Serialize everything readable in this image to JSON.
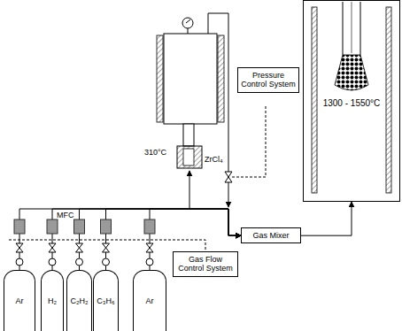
{
  "diagram": {
    "nodes": [
      {
        "text": [
          "1300 - 1550°C"
        ]
      },
      {
        "text": [
          "Pressure Control System"
        ]
      },
      {
        "text": [
          "Gas Mixer"
        ]
      },
      {
        "text": [
          "Gas Flow Control System"
        ]
      },
      {
        "text": [
          "Ar"
        ]
      },
      {
        "text": [
          "H₂"
        ]
      },
      {
        "text": [
          "C₂H₂"
        ]
      },
      {
        "text": [
          "C₃H₆"
        ]
      },
      {
        "text": [
          "Ar"
        ]
      }
    ],
    "edges": [
      {
        "from": 4,
        "to": 2,
        "arrow": "to"
      },
      {
        "from": 5,
        "to": 2,
        "arrow": "to"
      },
      {
        "from": 6,
        "to": 2,
        "arrow": "to"
      },
      {
        "from": 7,
        "to": 2,
        "arrow": "to"
      },
      {
        "from": 8,
        "to": 2,
        "arrow": "to"
      },
      {
        "from": 2,
        "to": 0,
        "arrow": "to"
      }
    ],
    "labels": [
      "310°C",
      "ZrCl₄",
      "MFC"
    ]
  }
}
